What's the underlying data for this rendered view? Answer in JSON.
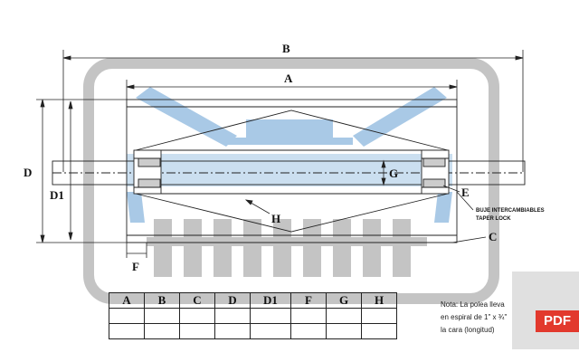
{
  "labels": {
    "B": "B",
    "A": "A",
    "D": "D",
    "D1": "D1",
    "G": "G",
    "E": "E",
    "H": "H",
    "C": "C",
    "F": "F"
  },
  "taper_note": {
    "line1": "BUJE INTERCAMBIABLES",
    "line2": "TAPER LOCK"
  },
  "table": {
    "headers": [
      "A",
      "B",
      "C",
      "D",
      "D1",
      "F",
      "G",
      "H"
    ],
    "rows": [
      [
        "",
        "",
        "",
        "",
        "",
        "",
        "",
        ""
      ],
      [
        "",
        "",
        "",
        "",
        "",
        "",
        "",
        ""
      ]
    ]
  },
  "note": {
    "line1": "Nota: La polea lleva",
    "line2": "en espiral de 1\" x ¾\"",
    "line3": "la cara (longitud)"
  },
  "badge": {
    "label": "PDF"
  },
  "colors": {
    "line": "#222222",
    "watermark_blue": "#a9c9e6",
    "watermark_gray": "#c4c4c4",
    "badge_red": "#e2392d"
  }
}
